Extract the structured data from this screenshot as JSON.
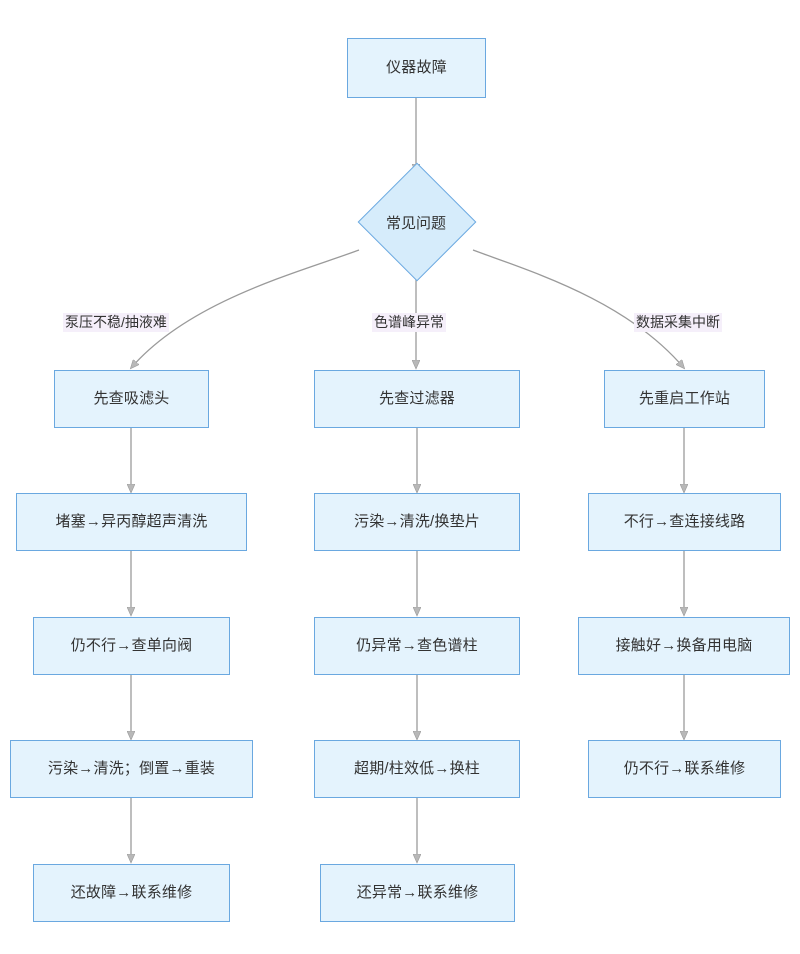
{
  "diagram": {
    "title_node": {
      "id": "start",
      "label": "仪器故障",
      "shape": "rect"
    },
    "decision_node": {
      "id": "decision",
      "label": "常见问题",
      "shape": "diamond"
    },
    "branch_labels": [
      {
        "id": "branch-left",
        "label": "泵压不稳/抽液难"
      },
      {
        "id": "branch-middle",
        "label": "色谱峰异常"
      },
      {
        "id": "branch-right",
        "label": "数据采集中断"
      }
    ],
    "columns": [
      {
        "id": "column-left",
        "branch": "泵压不稳/抽液难",
        "steps": [
          "先查吸滤头",
          "堵塞→异丙醇超声清洗",
          "仍不行→查单向阀",
          "污染→清洗；倒置→重装",
          "还故障→联系维修"
        ]
      },
      {
        "id": "column-middle",
        "branch": "色谱峰异常",
        "steps": [
          "先查过滤器",
          "污染→清洗/换垫片",
          "仍异常→查色谱柱",
          "超期/柱效低→换柱",
          "还异常→联系维修"
        ]
      },
      {
        "id": "column-right",
        "branch": "数据采集中断",
        "steps": [
          "先重启工作站",
          "不行→查连接线路",
          "接触好→换备用电脑",
          "仍不行→联系维修"
        ]
      }
    ],
    "colors": {
      "node_fill": "#e4f3fd",
      "node_border": "#6aa8e0",
      "diamond_fill": "#d6ecfb",
      "edge_stroke": "#9a9a9a",
      "label_background": "#f5effa",
      "text": "#333333",
      "canvas": "#ffffff"
    }
  }
}
